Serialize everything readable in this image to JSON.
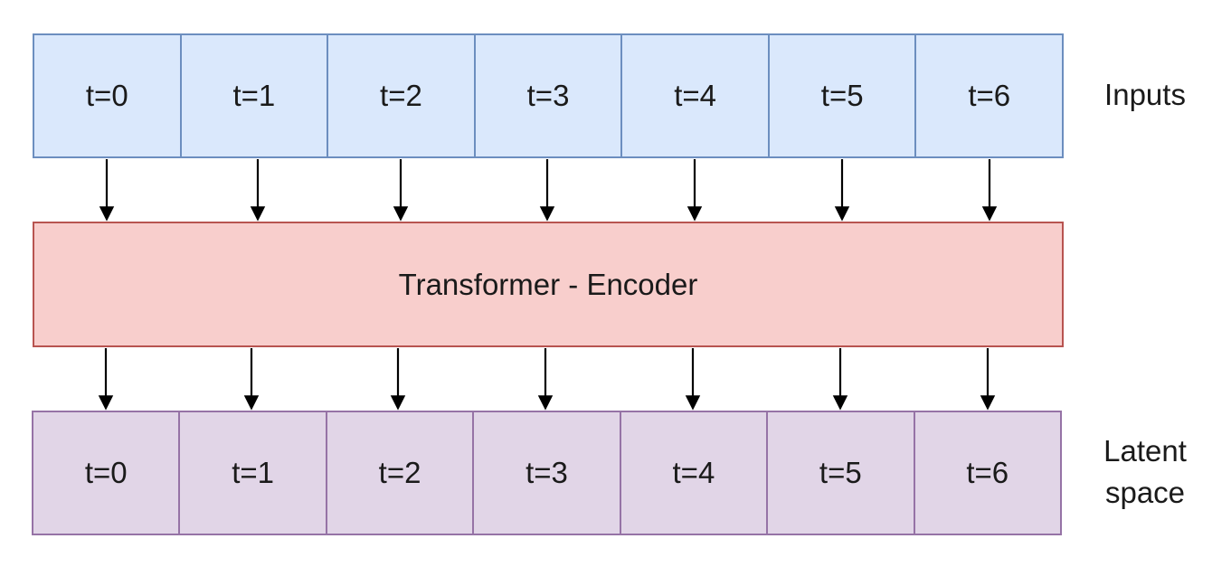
{
  "colors": {
    "input_fill": "#dae8fc",
    "input_stroke": "#6c8ebf",
    "encoder_fill": "#f8cecc",
    "encoder_stroke": "#b85450",
    "latent_fill": "#e1d5e7",
    "latent_stroke": "#9673a6",
    "arrow": "#000000"
  },
  "inputs": {
    "label": "Inputs",
    "cells": [
      "t=0",
      "t=1",
      "t=2",
      "t=3",
      "t=4",
      "t=5",
      "t=6"
    ]
  },
  "encoder": {
    "label": "Transformer - Encoder"
  },
  "latent": {
    "label_line1": "Latent",
    "label_line2": "space",
    "cells": [
      "t=0",
      "t=1",
      "t=2",
      "t=3",
      "t=4",
      "t=5",
      "t=6"
    ]
  }
}
